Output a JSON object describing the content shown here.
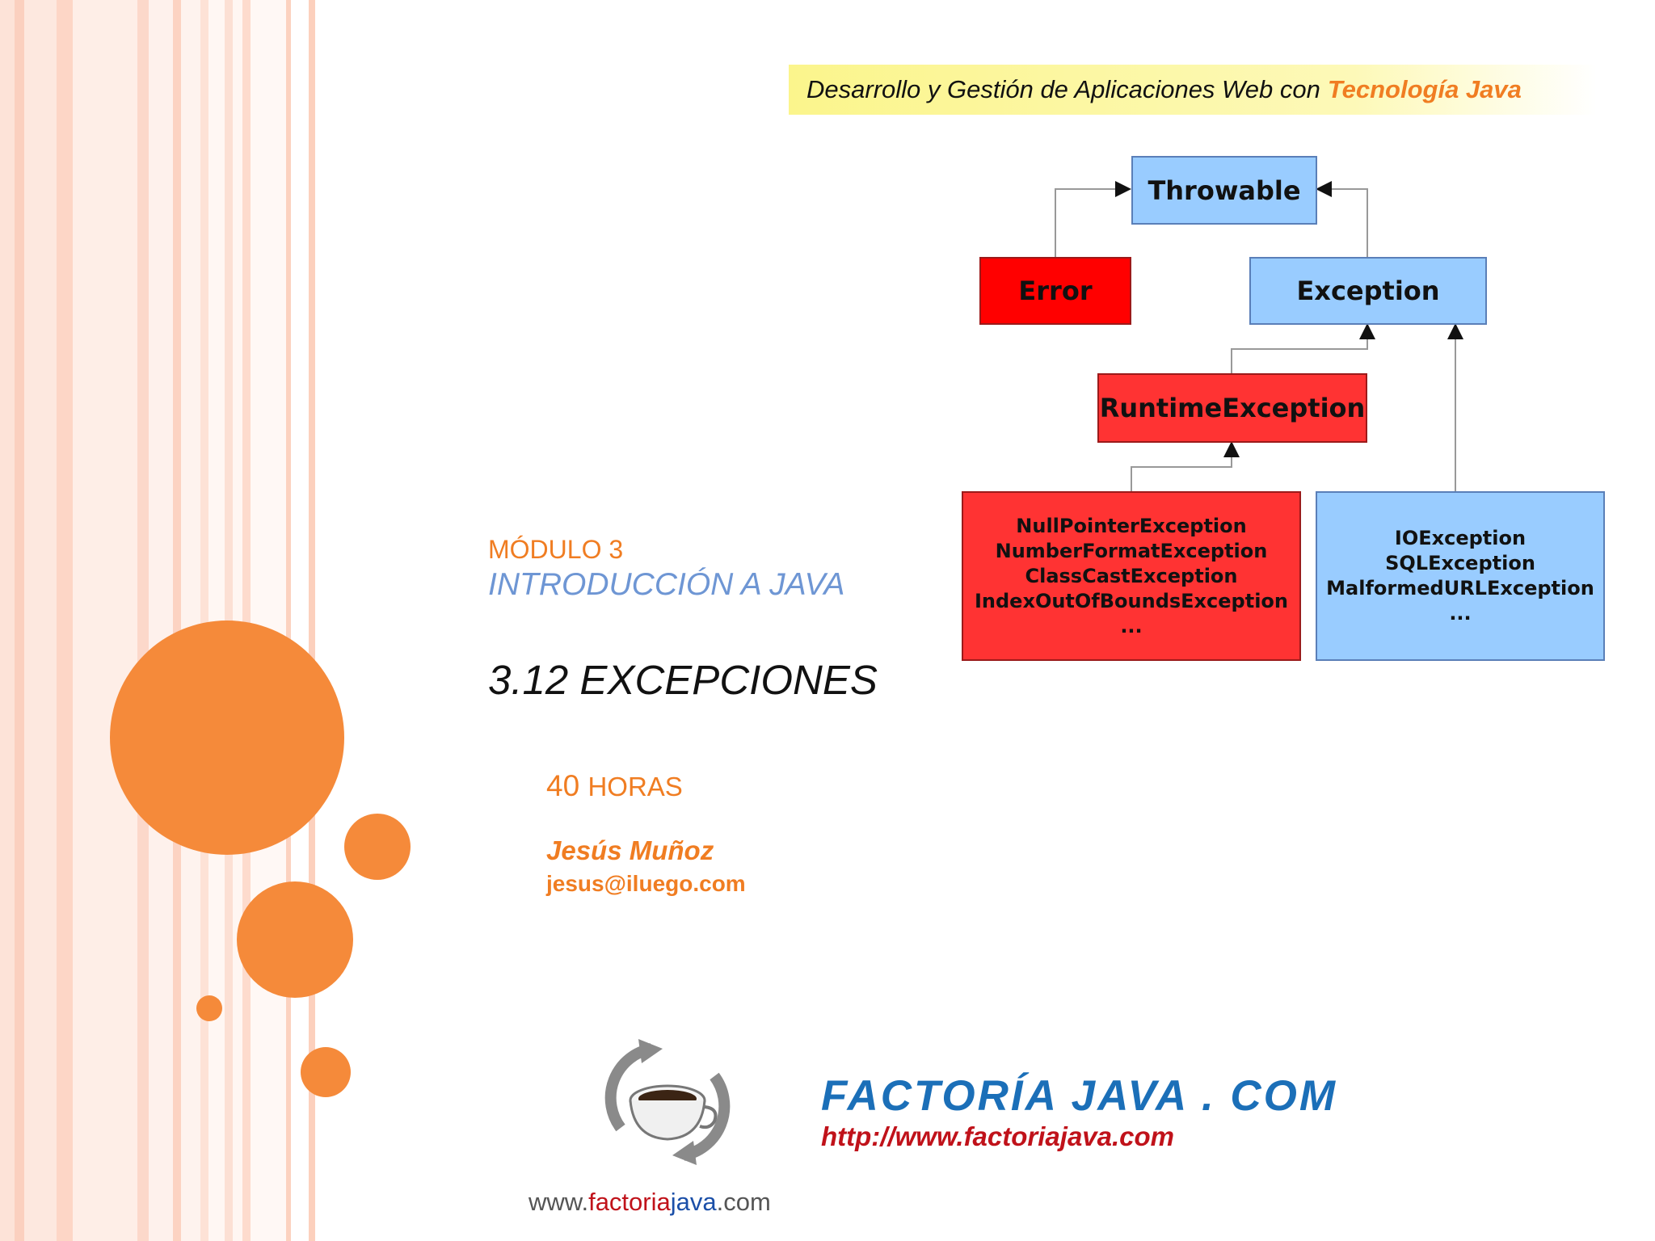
{
  "header": {
    "banner_text": "Desarrollo y Gestión de Aplicaciones Web con",
    "banner_highlight": "Tecnología Java"
  },
  "diagram": {
    "throwable": "Throwable",
    "error": "Error",
    "exception": "Exception",
    "runtime": "RuntimeException",
    "runtime_subclasses": [
      "NullPointerException",
      "NumberFormatException",
      "ClassCastException",
      "IndexOutOfBoundsException",
      "..."
    ],
    "checked_subclasses": [
      "IOException",
      "SQLException",
      "MalformedURLException",
      "..."
    ],
    "colors": {
      "blue": "#99ccff",
      "red": "#ff0000",
      "light_red": "#ff3333"
    }
  },
  "slide": {
    "module": "MÓDULO 3",
    "course": "INTRODUCCIÓN A JAVA",
    "topic": "3.12 EXCEPCIONES",
    "hours_number": "40",
    "hours_label": "HORAS",
    "author": "Jesús Muñoz",
    "email": "jesus@iluego.com"
  },
  "footer": {
    "brand": "FACTORÍA JAVA . COM",
    "url": "http://www.factoriajava.com",
    "logo_text_1": "www.",
    "logo_text_2": "factoria",
    "logo_text_3": "java",
    "logo_text_4": ".com",
    "logo_icon": "coffee-cup-refresh-icon"
  },
  "theme": {
    "accent": "#f58a3a",
    "brand_blue": "#1b6fb8",
    "url_red": "#c0121a"
  }
}
